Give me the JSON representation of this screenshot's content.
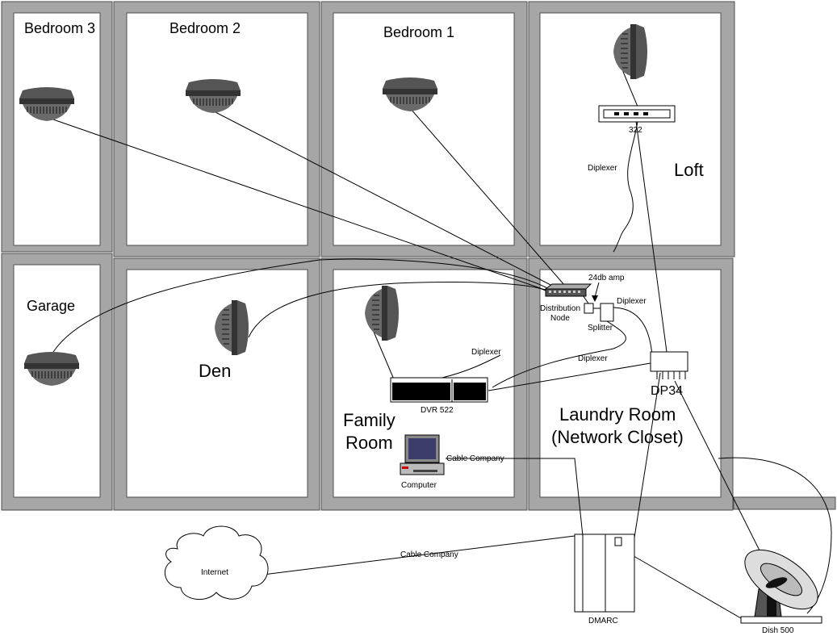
{
  "rooms": {
    "bedroom3": "Bedroom 3",
    "bedroom2": "Bedroom 2",
    "bedroom1": "Bedroom 1",
    "loft": "Loft",
    "garage": "Garage",
    "den": "Den",
    "family_room_line1": "Family",
    "family_room_line2": "Room",
    "laundry_line1": "Laundry Room",
    "laundry_line2": "(Network Closet)"
  },
  "devices": {
    "receiver_322": "322",
    "distribution_node_line1": "Distribution",
    "distribution_node_line2": "Node",
    "amp": "24db amp",
    "splitter": "Splitter",
    "dp34": "DP34",
    "dvr": "DVR 522",
    "computer": "Computer",
    "dmarc": "DMARC",
    "dish": "Dish 500",
    "internet": "Internet"
  },
  "links": {
    "diplexer_loft": "Diplexer",
    "diplexer_laundry": "Diplexer",
    "diplexer_dp34": "Diplexer",
    "diplexer_dvr": "Diplexer",
    "cable_company_computer": "Cable Company",
    "cable_company_internet": "Cable Company"
  },
  "colors": {
    "wall": "#a6a6a6",
    "device_dark": "#3f3f3f",
    "device_mid": "#7f7f7f"
  },
  "icons": {
    "camera": "dome-camera-icon",
    "wall_camera": "wall-camera-icon",
    "router": "router-icon",
    "switch": "network-switch-icon",
    "computer": "desktop-computer-icon",
    "server": "server-tower-icon",
    "cloud": "cloud-icon",
    "dish": "satellite-dish-icon"
  }
}
